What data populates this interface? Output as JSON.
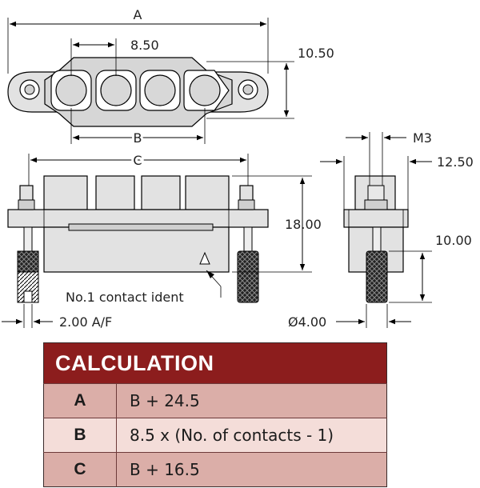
{
  "dimensions": {
    "a": "A",
    "pitch": "8.50",
    "height_top": "10.50",
    "b": "B",
    "c": "C",
    "m3": "M3",
    "side_width": "12.50",
    "height": "18.00",
    "screw_length": "10.00",
    "af": "2.00 A/F",
    "dia": "Ø4.00"
  },
  "annotation": {
    "contact_ident": "No.1 contact ident"
  },
  "calculation": {
    "title": "CALCULATION",
    "rows": [
      {
        "key": "A",
        "formula": "B + 24.5"
      },
      {
        "key": "B",
        "formula": "8.5 x (No. of contacts - 1)"
      },
      {
        "key": "C",
        "formula": "B + 16.5"
      }
    ]
  },
  "colors": {
    "header_bg": "#8c1d1d",
    "row_dark": "#dbaea8",
    "row_light": "#f4ddd9"
  }
}
